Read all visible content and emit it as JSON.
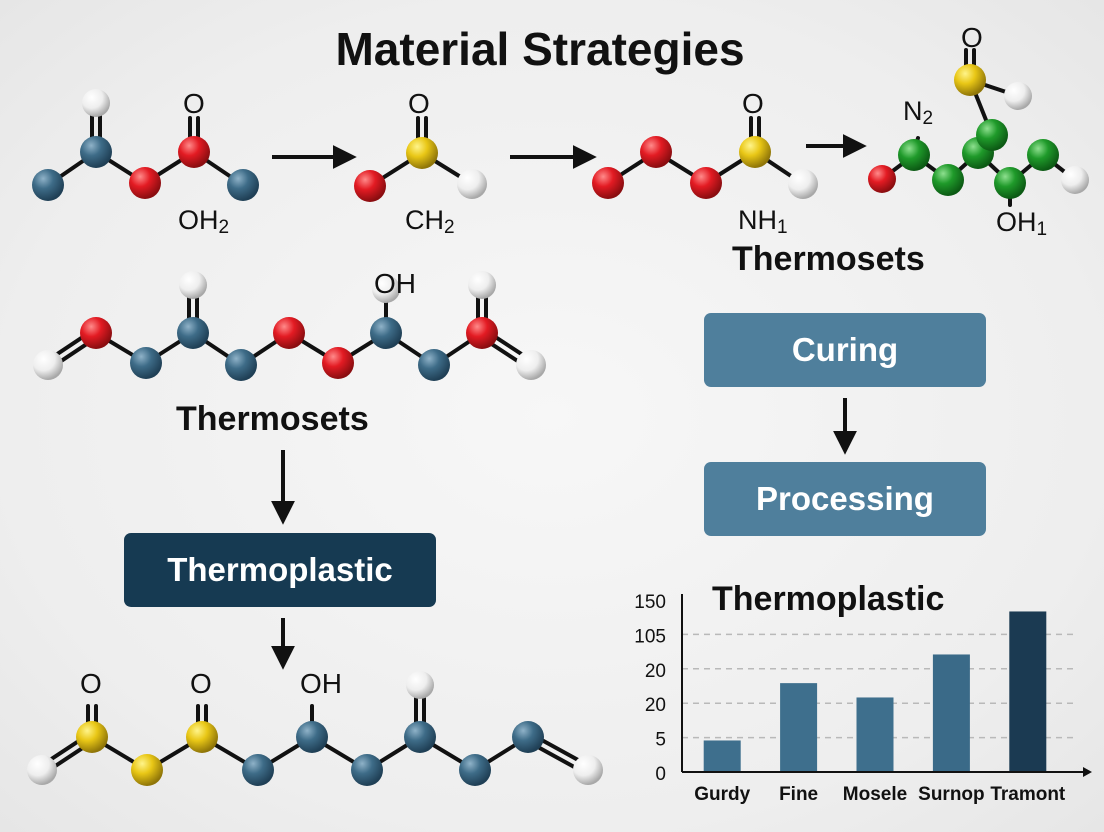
{
  "title": "Material Strategies",
  "labels": {
    "thermosets_left": "Thermosets",
    "thermosets_right": "Thermosets",
    "thermoplastic_box": "Thermoplastic",
    "curing": "Curing",
    "processing": "Processing"
  },
  "formulas": {
    "m1": {
      "base": "OH",
      "sub": "2"
    },
    "m2": {
      "base": "CH",
      "sub": "2"
    },
    "m3": {
      "base": "NH",
      "sub": "1"
    },
    "m4_top": {
      "base": "N",
      "sub": "2"
    },
    "m4_bottom": {
      "base": "OH",
      "sub": "1"
    }
  },
  "atom_labels": {
    "o": "O",
    "oh": "OH"
  },
  "colors": {
    "carbon": "#3e6c88",
    "oxygen": "#e31b23",
    "hydrogen": "#f2f2f2",
    "sulfur": "#e9c716",
    "nitrogen": "#1f9a2a",
    "box_light": "#4f7f9c",
    "box_dark": "#163a52"
  },
  "chart_data": {
    "type": "bar",
    "title": "Thermoplastic",
    "categories": [
      "Gurdy",
      "Fine",
      "Mosele",
      "Surnop",
      "Tramont"
    ],
    "ytick_labels": [
      "0",
      "5",
      "20",
      "20",
      "105",
      "150"
    ],
    "values": [
      1.1,
      3.1,
      2.6,
      4.1,
      5.6
    ],
    "ylim": [
      0,
      6
    ],
    "grid": true,
    "bar_colors": [
      "#3e6f8d",
      "#3e6f8d",
      "#3e6f8d",
      "#3a6a88",
      "#1b3a52"
    ]
  }
}
